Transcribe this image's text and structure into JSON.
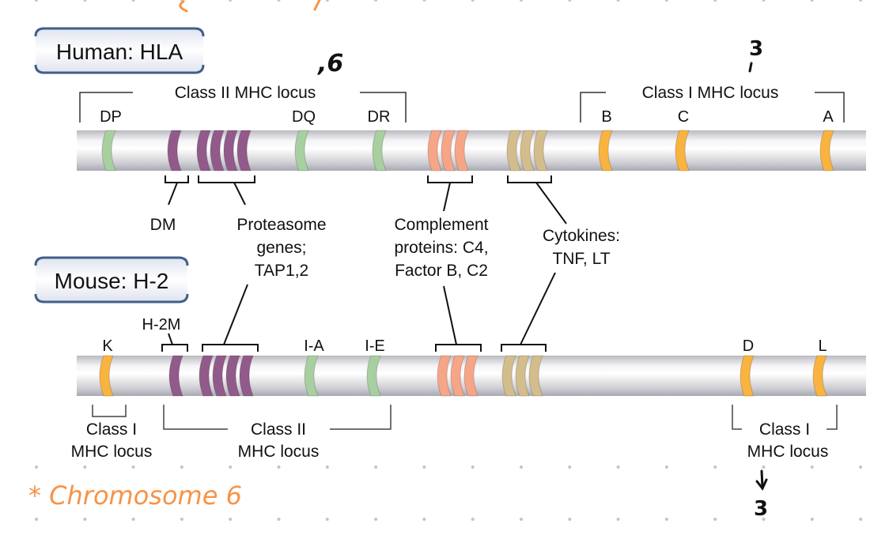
{
  "human": {
    "title": "Human: HLA",
    "class_ii_locus_label": "Class II MHC locus",
    "class_i_locus_label": "Class I MHC locus",
    "gene_labels": {
      "DP": "DP",
      "DQ": "DQ",
      "DR": "DR",
      "B": "B",
      "C": "C",
      "A": "A"
    },
    "callouts": {
      "dm": "DM",
      "proteasome": [
        "Proteasome",
        "genes;",
        "TAP1,2"
      ],
      "complement": [
        "Complement",
        "proteins: C4,",
        "Factor B, C2"
      ],
      "cytokines": [
        "Cytokines:",
        "TNF, LT"
      ]
    }
  },
  "mouse": {
    "title": "Mouse: H-2",
    "gene_labels": {
      "K": "K",
      "H2M": "H-2M",
      "IA": "I-A",
      "IE": "I-E",
      "D": "D",
      "L": "L"
    },
    "class_i_left_label": [
      "Class I",
      "MHC locus"
    ],
    "class_ii_label": [
      "Class II",
      "MHC locus"
    ],
    "class_i_right_label": [
      "Class I",
      "MHC locus"
    ]
  },
  "annotations": {
    "handwritten_6": ",6",
    "handwritten_3_top": "3",
    "handwritten_3_bottom": "3",
    "chromosome_note": "* Chromosome 6"
  },
  "colors": {
    "class_ii": "#a8cf9f",
    "dm_proteasome": "#925a8a",
    "complement": "#f7a587",
    "cytokine": "#d4bd8c",
    "class_i": "#f9b33f",
    "title_border": "#3f5f8a",
    "title_fill": "#e3e6f1",
    "ink_orange": "#f79347"
  }
}
